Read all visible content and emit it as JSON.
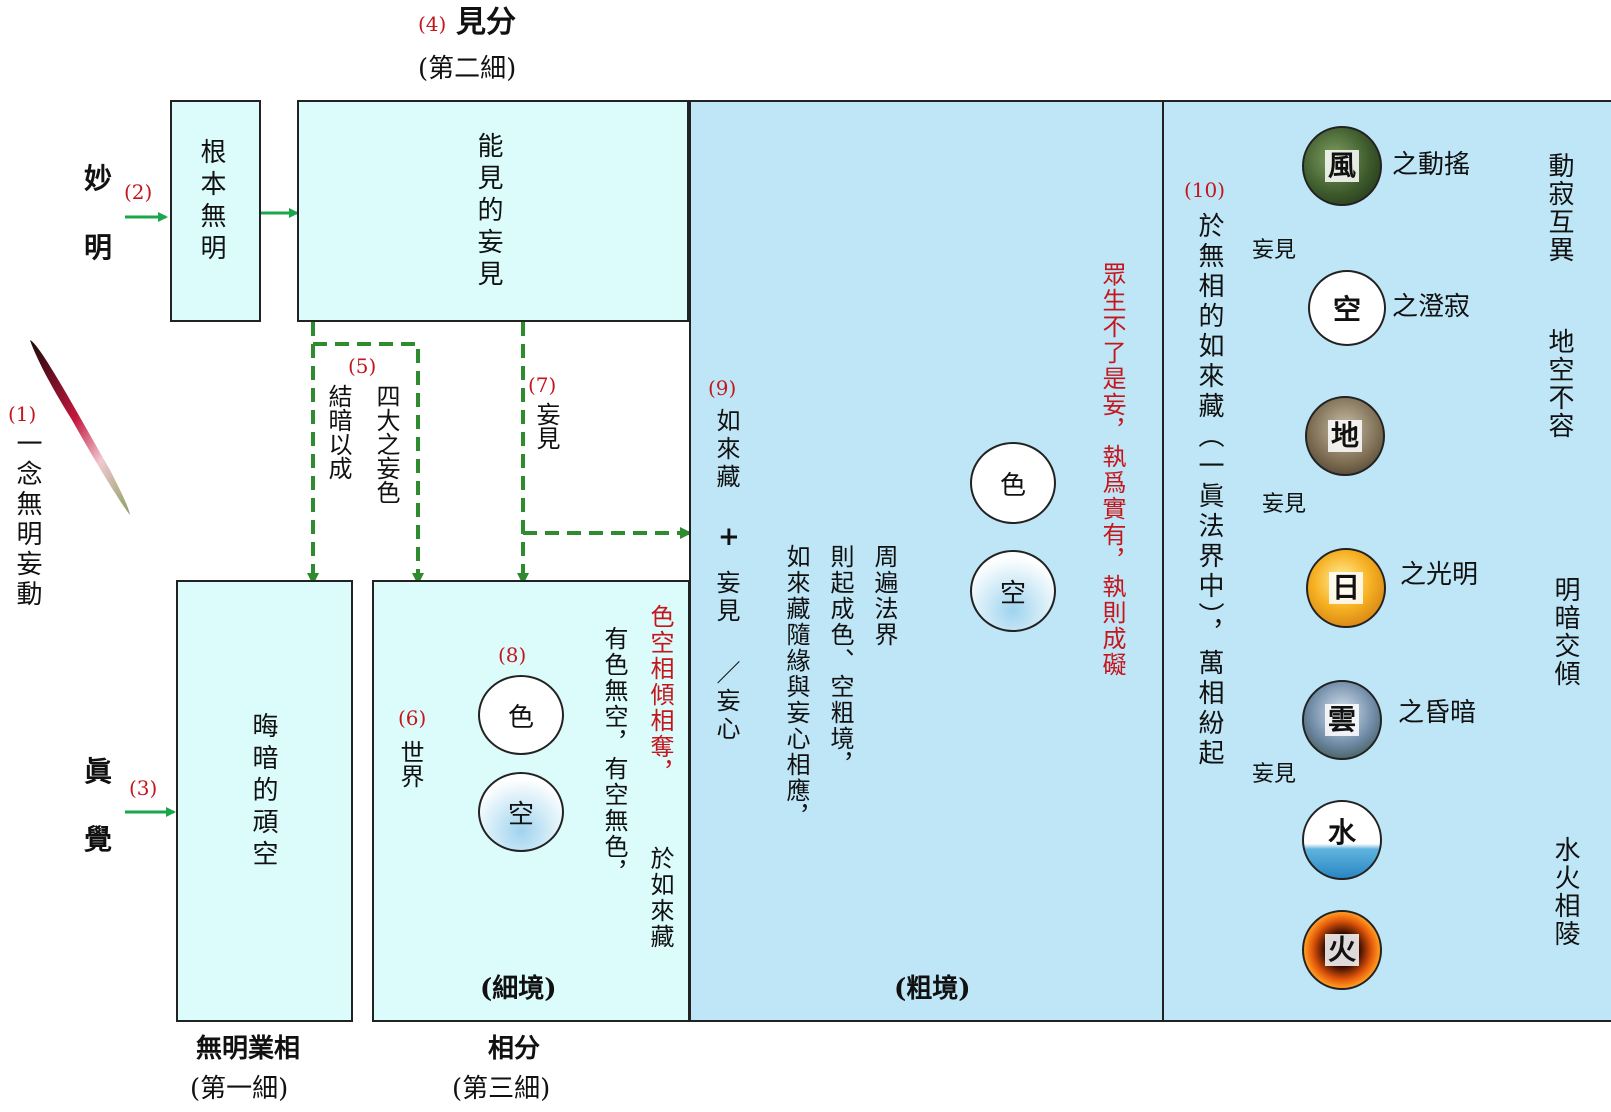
{
  "colors": {
    "arrow_green": "#1aa64a",
    "dash_green": "#2e8b2e",
    "number_red": "#c4161c",
    "light_fill": "#dcfbfb",
    "blue_fill": "#bfe6f6"
  },
  "header": {
    "num": "(4)",
    "title": "見分",
    "sub": "(第二細)"
  },
  "left": {
    "n1": "(1)",
    "ichinen": "一念無明妄動",
    "myo": "妙",
    "mei": "明",
    "n2": "(2)",
    "shin": "眞",
    "kaku": "覺",
    "n3": "(3)"
  },
  "box_root": "根本無明",
  "box_seer": "能見的妄見",
  "box_dark": "晦暗的頑空",
  "mumyo": {
    "title": "無明業相",
    "sub": "(第一細)"
  },
  "sobun": {
    "title": "相分",
    "sub": "(第三細)"
  },
  "c5": {
    "num": "(5)",
    "a": "結暗以成",
    "b": "四大之妄色"
  },
  "c7": {
    "num": "(7)",
    "a": "妄見"
  },
  "fine": {
    "n6": "(6)",
    "sekai": "世界",
    "n8": "(8)",
    "shiki": "色",
    "ku": "空",
    "t1": "有色無空，有空無色，",
    "t2": "色空相傾相奪，",
    "t2b": "於如來藏",
    "label": "(細境)"
  },
  "coarse": {
    "n9": "(9)",
    "a": "如來藏",
    "plus": "+",
    "b": "妄見",
    "c": "／妄心",
    "d1": "周遍法界",
    "d2": "則起成色、空粗境，",
    "d3": "如來藏隨緣與妄心相應，",
    "shiki": "色",
    "ku": "空",
    "red": "眾生不了是妄，執爲實有，執則成礙",
    "label": "(粗境)"
  },
  "right": {
    "n10": "(10)",
    "text": "於無相的如來藏（一眞法界中），萬相紛起",
    "moken1": "妄見",
    "moken2": "妄見",
    "moken3": "妄見",
    "icons": [
      "風",
      "空",
      "地",
      "日",
      "雲",
      "水",
      "火"
    ],
    "l_wind": "之動搖",
    "l_sky": "之澄寂",
    "l_sun": "之光明",
    "l_cloud": "之昏暗",
    "g1": "動寂互異",
    "g2": "地空不容",
    "g3": "明暗交傾",
    "g4": "水火相陵"
  }
}
